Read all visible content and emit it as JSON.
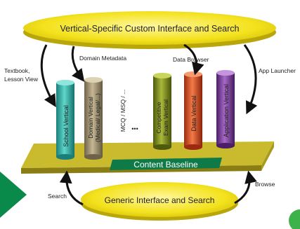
{
  "top_disc": {
    "label": "Vertical-Specific Custom Interface and Search"
  },
  "bottom_disc": {
    "label": "Generic Interface and Search"
  },
  "platform": {
    "label": "Content Baseline"
  },
  "arrows": {
    "textbook": [
      "Textbook,",
      "Lesson View"
    ],
    "domain_metadata": "Domain Metadata",
    "data_browser": "Data Browser",
    "app_launcher": "App Launcher",
    "search": "Search",
    "browse": "Browse"
  },
  "verticals": {
    "school": "School Vertical",
    "domain": [
      "Domain Vertical",
      "(Medical/ Legal/...)"
    ],
    "mcq": "MCQ / MSQ / ...",
    "ellipsis": "•••",
    "competitive": [
      "Competitive",
      "Exam Vertical"
    ],
    "data": "Data Vertical",
    "application": "Application Vertical"
  },
  "colors": {
    "disc": "#f4e41c",
    "platform": "#c8b82a",
    "school": "#2bb3a8",
    "domain": "#a09070",
    "competitive": "#7a8a1a",
    "data": "#e04a20",
    "application": "#7a3a9a",
    "corner_arrow": "#0a8a4a"
  }
}
